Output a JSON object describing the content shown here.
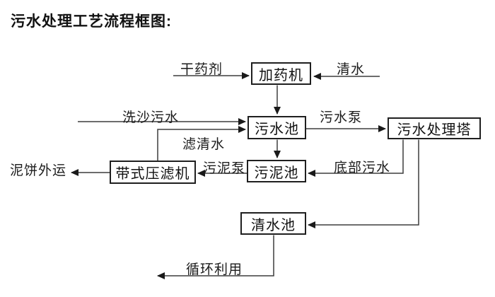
{
  "page": {
    "title": "污水处理工艺流程框图:"
  },
  "diagram": {
    "nodes": [
      {
        "id": "dosing-machine",
        "label": "加药机"
      },
      {
        "id": "sewage-pool",
        "label": "污水池"
      },
      {
        "id": "sewage-treatment-tower",
        "label": "污水处理塔"
      },
      {
        "id": "sludge-pool",
        "label": "污泥池"
      },
      {
        "id": "belt-filter-press",
        "label": "带式压滤机"
      },
      {
        "id": "clean-water-pool",
        "label": "清水池"
      }
    ],
    "edge_labels": [
      {
        "id": "dry-agent",
        "label": "干药剂"
      },
      {
        "id": "clean-water",
        "label": "清水"
      },
      {
        "id": "sand-washing-sewage",
        "label": "洗沙污水"
      },
      {
        "id": "filtered-water",
        "label": "滤清水"
      },
      {
        "id": "sewage-pump",
        "label": "污水泵"
      },
      {
        "id": "sludge-pump",
        "label": "污泥泵"
      },
      {
        "id": "bottom-sewage",
        "label": "底部污水"
      },
      {
        "id": "mud-cake-outbound",
        "label": "泥饼外运"
      },
      {
        "id": "recycling",
        "label": "循环利用"
      }
    ],
    "colors": {
      "background": "#ffffff",
      "line": "#3d3d3d",
      "box_border": "#1f1f1f",
      "text": "#111111"
    }
  }
}
